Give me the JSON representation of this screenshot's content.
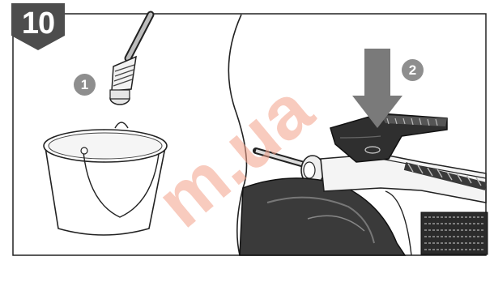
{
  "step": {
    "number": "10"
  },
  "callouts": [
    {
      "label": "1",
      "icon": "hose-nozzle-icon"
    },
    {
      "label": "2",
      "icon": "press-down-arrow-icon"
    }
  ],
  "watermark": {
    "text": "m.ua"
  },
  "colors": {
    "badge": "#4d4d4d",
    "callout": "#8e8e8e",
    "arrow": "#7a7a7a",
    "outline": "#222222",
    "watermark": "#f3a18a"
  }
}
